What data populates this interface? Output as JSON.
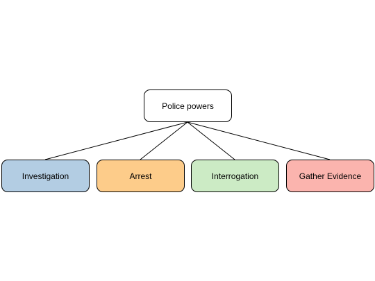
{
  "diagram": {
    "root": {
      "label": "Police powers",
      "color": "#ffffff"
    },
    "children": [
      {
        "label": "Investigation",
        "color": "#b3cde3"
      },
      {
        "label": "Arrest",
        "color": "#fdcc8a"
      },
      {
        "label": "Interrogation",
        "color": "#ccebc5"
      },
      {
        "label": "Gather Evidence",
        "color": "#fbb4ae"
      }
    ],
    "edge_color": "#000000"
  }
}
